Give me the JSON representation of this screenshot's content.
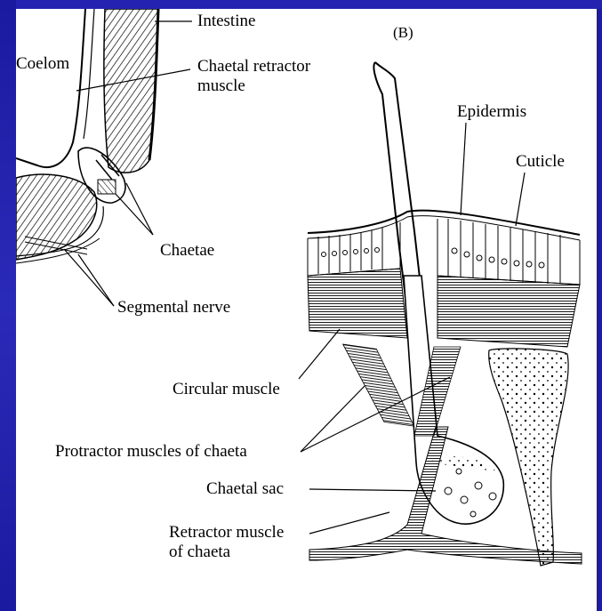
{
  "figure": {
    "panel_letter": "(B)",
    "labels": {
      "intestine": "Intestine",
      "coelom": "Coelom",
      "chaetal_retractor_line1": "Chaetal retractor",
      "chaetal_retractor_line2": "muscle",
      "chaetae": "Chaetae",
      "segmental_nerve": "Segmental nerve",
      "epidermis": "Epidermis",
      "cuticle": "Cuticle",
      "circular_muscle": "Circular muscle",
      "protractor_muscles": "Protractor muscles of chaeta",
      "chaetal_sac": "Chaetal sac",
      "retractor_line1": "Retractor muscle",
      "retractor_line2": "of chaeta"
    }
  },
  "colors": {
    "slide_background": "#1c1ca8",
    "panel_background": "#ffffff",
    "ink": "#000000"
  }
}
